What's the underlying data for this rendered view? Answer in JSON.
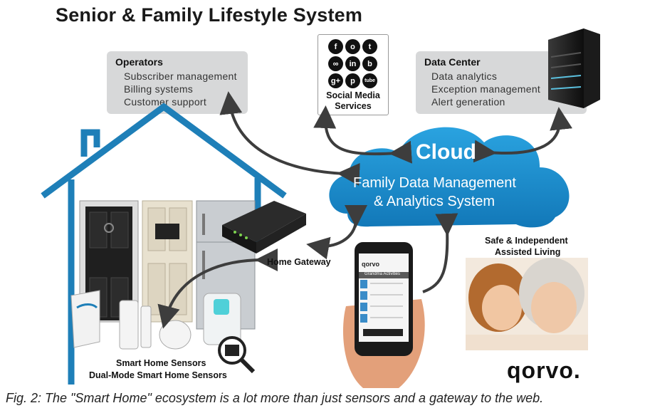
{
  "title": "Senior & Family Lifestyle System",
  "operators": {
    "heading": "Operators",
    "items": [
      "Subscriber management",
      "Billing systems",
      "Customer support"
    ]
  },
  "social": {
    "icons": [
      "f",
      "o",
      "t",
      "∞",
      "in",
      "b",
      "g+",
      "p",
      "tube"
    ],
    "label_line1": "Social Media",
    "label_line2": "Services"
  },
  "datacenter": {
    "heading": "Data Center",
    "items": [
      "Data analytics",
      "Exception management",
      "Alert generation"
    ]
  },
  "cloud": {
    "title": "Cloud",
    "line1": "Family Data Management",
    "line2": "& Analytics System"
  },
  "gateway_label": "Home Gateway",
  "sensors_line1": "Smart Home Sensors",
  "sensors_line2": "Dual-Mode Smart Home Sensors",
  "assisted_line1": "Safe & Independent",
  "assisted_line2": "Assisted Living",
  "phone": {
    "brand": "qorvo",
    "header": "Grandma Activities"
  },
  "logo": "qorvo.",
  "caption": "Fig. 2: The \"Smart Home\" ecosystem is a lot more than just sensors and a gateway to the web.",
  "colors": {
    "house": "#1e7fb8",
    "cloud": "#1c8ccc",
    "box": "#d7d8d9",
    "arrow": "#3d3d3d"
  }
}
